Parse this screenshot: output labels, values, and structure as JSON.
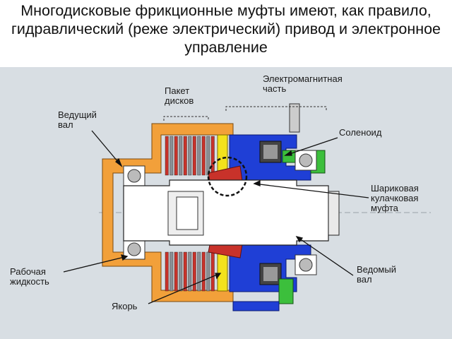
{
  "title": "Многодисковые фрикционные муфты имеют, как правило, гидравлический (реже электрический) привод и электронное управление",
  "labels": {
    "disk_pack": "Пакет\nдисков",
    "electromagnetic_part": "Электромагнитная\nчасть",
    "drive_shaft": "Ведущий\nвал",
    "solenoid": "Соленоид",
    "ball_cam_clutch": "Шариковая\nкулачковая\nмуфта",
    "working_fluid": "Рабочая\nжидкость",
    "driven_shaft": "Ведомый\nвал",
    "armature": "Якорь"
  },
  "colors": {
    "housing": "#f2a03a",
    "clutch_disk_red": "#c8322a",
    "clutch_disk_gray": "#8a8f95",
    "electromagnet": "#1f3fd6",
    "solenoid_green": "#3cbf3c",
    "armature_yellow": "#f3e21c",
    "shaft": "#ffffff",
    "background": "#d8dee3"
  }
}
